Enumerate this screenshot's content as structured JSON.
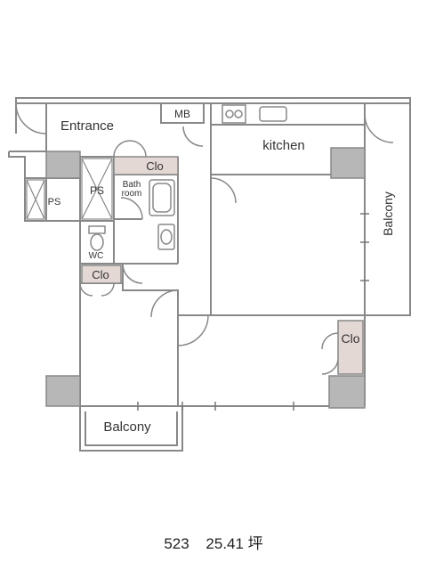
{
  "rooms": {
    "entrance": "Entrance",
    "mb": "MB",
    "kitchen": "kitchen",
    "clo_top": "Clo",
    "ps_left": "PS",
    "ps_right": "PS",
    "bathroom_line1": "Bath",
    "bathroom_line2": "room",
    "wc": "WC",
    "clo_mid": "Clo",
    "clo_right": "Clo",
    "balcony_right": "Balcony",
    "balcony_bottom": "Balcony"
  },
  "caption": {
    "unit": "523",
    "area": "25.41 坪"
  },
  "colors": {
    "wall": "#888888",
    "column": "#b7b7b7",
    "closet": "#e3d8d4"
  }
}
